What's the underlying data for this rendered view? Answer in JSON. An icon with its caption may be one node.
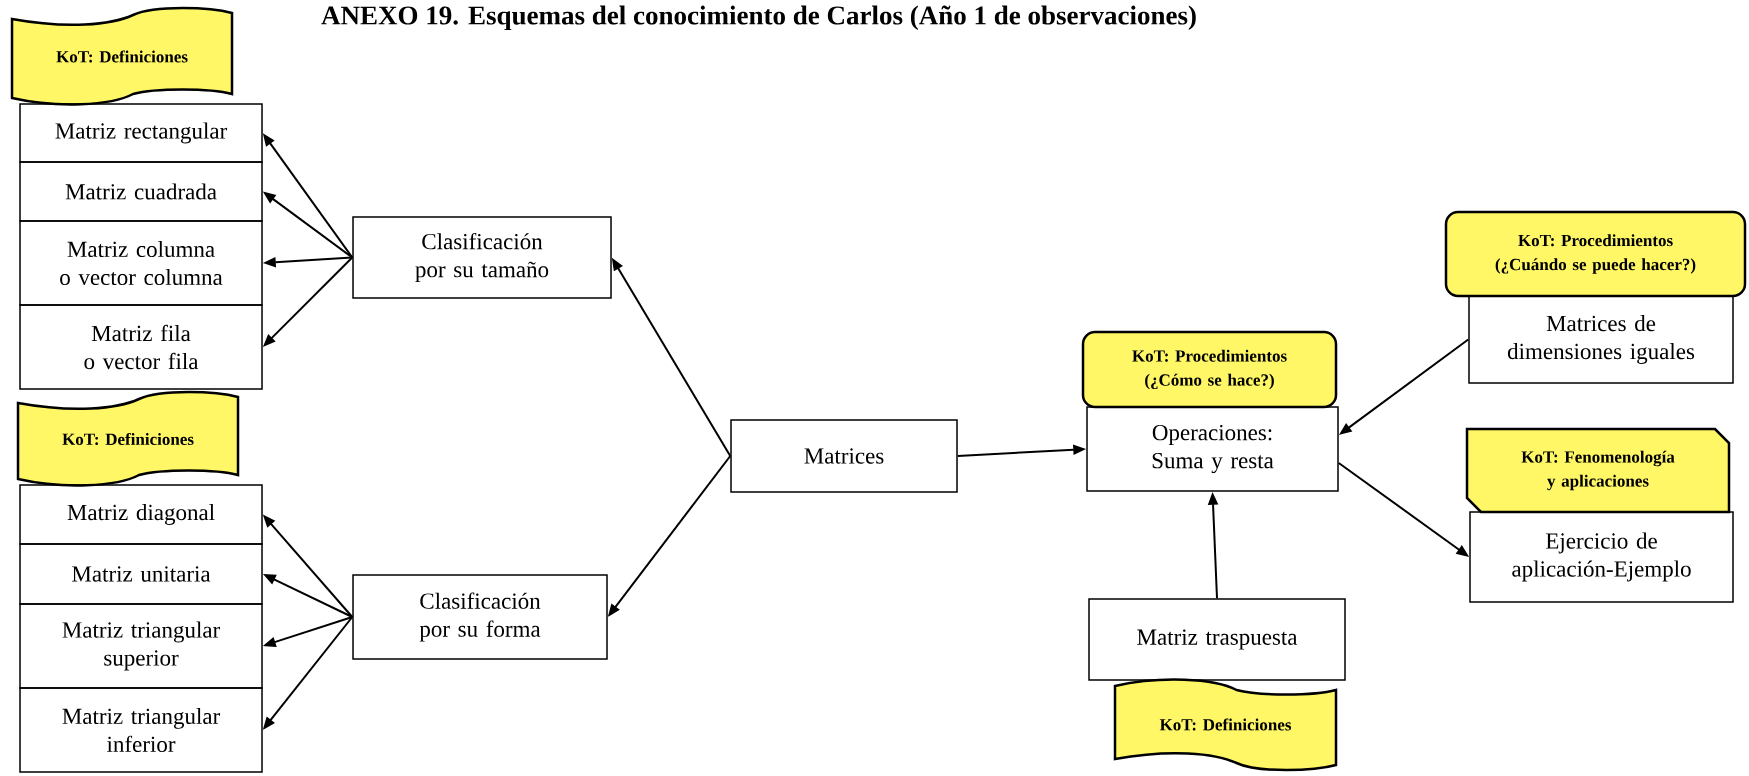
{
  "diagram": {
    "title": "ANEXO 19. Esquemas del conocimiento de Carlos (Año 1 de observaciones)",
    "nodes": [
      {
        "text": [
          "KoT: Definiciones"
        ]
      },
      {
        "text": [
          "Matriz rectangular"
        ]
      },
      {
        "text": [
          "Matriz cuadrada"
        ]
      },
      {
        "text": [
          "Matriz columna o vector columna"
        ]
      },
      {
        "text": [
          "Matriz fila o vector fila"
        ]
      },
      {
        "text": [
          "Clasificación por su tamaño"
        ]
      },
      {
        "text": [
          "KoT: Definiciones"
        ]
      },
      {
        "text": [
          "Matriz diagonal"
        ]
      },
      {
        "text": [
          "Matriz unitaria"
        ]
      },
      {
        "text": [
          "Matriz triangular superior"
        ]
      },
      {
        "text": [
          "Matriz triangular inferior"
        ]
      },
      {
        "text": [
          "Clasificación por su forma"
        ]
      },
      {
        "text": [
          "Matrices"
        ]
      },
      {
        "text": [
          "KoT: Procedimientos (¿Cómo se hace?)"
        ]
      },
      {
        "text": [
          "Operaciones: Suma y resta"
        ]
      },
      {
        "text": [
          "KoT: Procedimientos (¿Cuándo se puede hacer?)"
        ]
      },
      {
        "text": [
          "Matrices de dimensiones iguales"
        ]
      },
      {
        "text": [
          "KoT: Fenomenología y aplicaciones"
        ]
      },
      {
        "text": [
          "Ejercicio de aplicación-Ejemplo"
        ]
      },
      {
        "text": [
          "Matriz traspuesta"
        ]
      },
      {
        "text": [
          "KoT: Definiciones"
        ]
      }
    ],
    "edges": [
      {
        "from": 5,
        "to": 1,
        "arrow": "to"
      },
      {
        "from": 5,
        "to": 2,
        "arrow": "to"
      },
      {
        "from": 5,
        "to": 3,
        "arrow": "to"
      },
      {
        "from": 5,
        "to": 4,
        "arrow": "to"
      },
      {
        "from": 12,
        "to": 5,
        "arrow": "to"
      },
      {
        "from": 12,
        "to": 11,
        "arrow": "to"
      },
      {
        "from": 11,
        "to": 7,
        "arrow": "to"
      },
      {
        "from": 11,
        "to": 8,
        "arrow": "to"
      },
      {
        "from": 11,
        "to": 9,
        "arrow": "to"
      },
      {
        "from": 11,
        "to": 10,
        "arrow": "to"
      },
      {
        "from": 12,
        "to": 14,
        "arrow": "to"
      },
      {
        "from": 16,
        "to": 14,
        "arrow": "to"
      },
      {
        "from": 14,
        "to": 18,
        "arrow": "to"
      },
      {
        "from": 19,
        "to": 14,
        "arrow": "to"
      }
    ]
  }
}
